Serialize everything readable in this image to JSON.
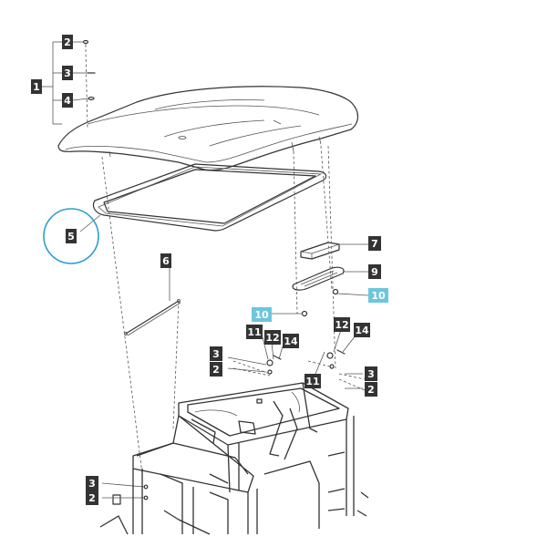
{
  "callouts": [
    {
      "id": "c2-top",
      "label": "2",
      "highlight": false
    },
    {
      "id": "c3-top",
      "label": "3",
      "highlight": false
    },
    {
      "id": "c1",
      "label": "1",
      "highlight": false
    },
    {
      "id": "c4",
      "label": "4",
      "highlight": false
    },
    {
      "id": "c5",
      "label": "5",
      "highlight": false
    },
    {
      "id": "c6",
      "label": "6",
      "highlight": false
    },
    {
      "id": "c7",
      "label": "7",
      "highlight": false
    },
    {
      "id": "c9",
      "label": "9",
      "highlight": false
    },
    {
      "id": "c10-right",
      "label": "10",
      "highlight": true
    },
    {
      "id": "c10-left",
      "label": "10",
      "highlight": true
    },
    {
      "id": "c11-left",
      "label": "11",
      "highlight": false
    },
    {
      "id": "c12-left",
      "label": "12",
      "highlight": false
    },
    {
      "id": "c14-left",
      "label": "14",
      "highlight": false
    },
    {
      "id": "c12-right",
      "label": "12",
      "highlight": false
    },
    {
      "id": "c14-right",
      "label": "14",
      "highlight": false
    },
    {
      "id": "c3-mid-left",
      "label": "3",
      "highlight": false
    },
    {
      "id": "c2-mid-left",
      "label": "2",
      "highlight": false
    },
    {
      "id": "c11-right",
      "label": "11",
      "highlight": false
    },
    {
      "id": "c3-mid-right",
      "label": "3",
      "highlight": false
    },
    {
      "id": "c2-mid-right",
      "label": "2",
      "highlight": false
    },
    {
      "id": "c3-bottom",
      "label": "3",
      "highlight": false
    },
    {
      "id": "c2-bottom",
      "label": "2",
      "highlight": false
    }
  ],
  "colors": {
    "callout": "#333333",
    "callout_highlight": "#6cc6dc",
    "focus_circle": "#2a9fd0",
    "line": "#333333"
  }
}
